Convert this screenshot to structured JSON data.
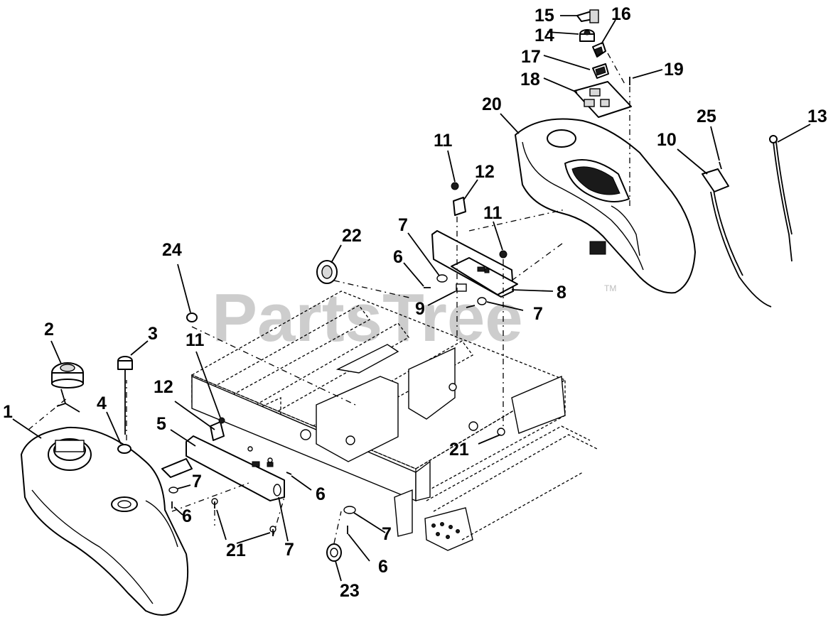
{
  "watermark": {
    "text": "PartsTree",
    "trademark": "TM"
  },
  "callouts": {
    "c1": "1",
    "c2": "2",
    "c3": "3",
    "c4": "4",
    "c5": "5",
    "c6a": "6",
    "c6b": "6",
    "c6c": "6",
    "c6d": "6",
    "c7a": "7",
    "c7b": "7",
    "c7c": "7",
    "c7d": "7",
    "c7e": "7",
    "c8": "8",
    "c9": "9",
    "c10": "10",
    "c11a": "11",
    "c11b": "11",
    "c11c": "11",
    "c12a": "12",
    "c12b": "12",
    "c13": "13",
    "c14": "14",
    "c15": "15",
    "c16": "16",
    "c17": "17",
    "c18": "18",
    "c19": "19",
    "c20": "20",
    "c21a": "21",
    "c21b": "21",
    "c22": "22",
    "c23": "23",
    "c24": "24",
    "c25": "25"
  }
}
